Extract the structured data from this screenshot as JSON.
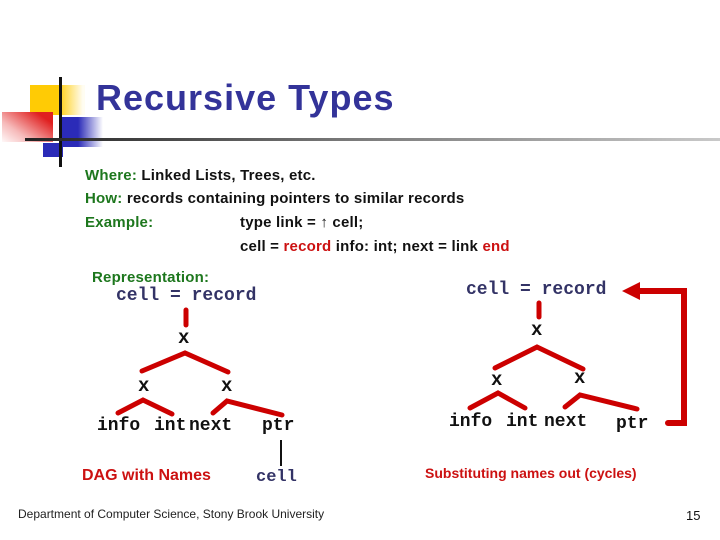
{
  "title": "Recursive Types",
  "colors": {
    "title_blue": "#333399",
    "mono_navy": "#333366",
    "label_green": "#1d771d",
    "keyword_red": "#cc1111",
    "line_red": "#cc0000",
    "deco_yellow": "#ffcb05",
    "deco_blue": "#2b2bb8",
    "deco_red": "#e02020"
  },
  "body": {
    "where_label": "Where:",
    "where_text": "Linked Lists, Trees, etc.",
    "how_label": "How:",
    "how_text": "records containing pointers to similar records",
    "example_label": "Example:",
    "example_code_line1": "type link = ↑ cell;",
    "example_code_line2": {
      "c1": "cell = ",
      "k1": "record",
      "c2": " info: int; next = link ",
      "k2": "end"
    },
    "representation_label": "Representation:"
  },
  "left_tree": {
    "header": "cell = record",
    "root": "x",
    "left_child": "x",
    "right_child": "x",
    "leaves": [
      "info",
      "int",
      "next"
    ],
    "ptr_leaf": "ptr",
    "ptr_target": "cell",
    "caption": "DAG with Names"
  },
  "right_tree": {
    "header": "cell = record",
    "root": "x",
    "left_child": "x",
    "right_child": "x",
    "leaves": [
      "info",
      "int",
      "next"
    ],
    "ptr_leaf": "ptr",
    "caption": "Substituting names out (cycles)"
  },
  "footer": {
    "text": "Department of Computer Science, Stony Brook University",
    "page_number": "15"
  }
}
